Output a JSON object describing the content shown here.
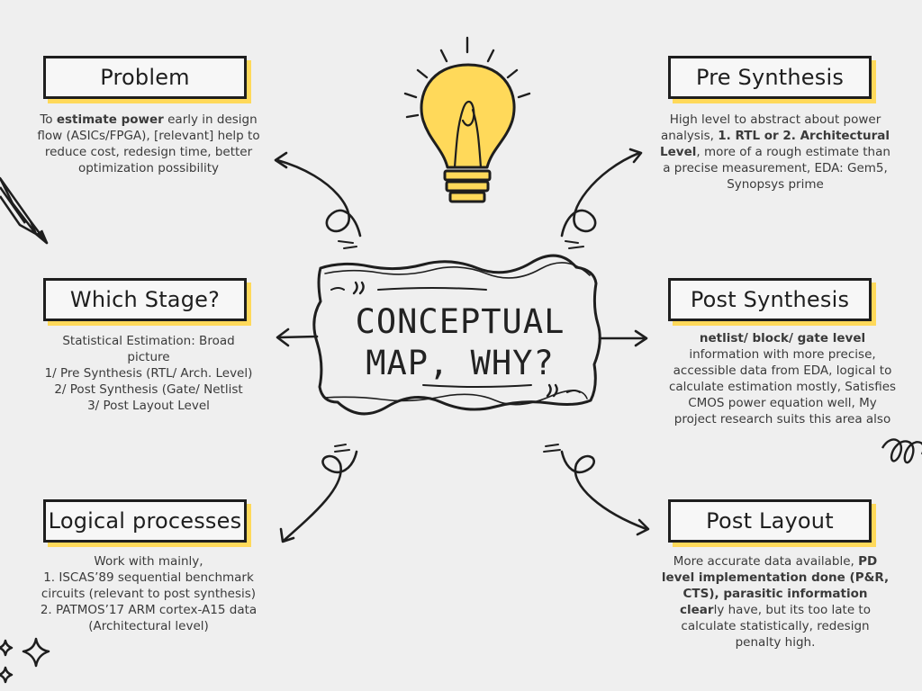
{
  "central": {
    "title": "CONCEPTUAL MAP, WHY?"
  },
  "nodes": {
    "problem": {
      "title": "Problem",
      "text_1": "To ",
      "text_bold_1": "estimate power",
      "text_2": " early in design flow (ASICs/FPGA), [relevant] help to reduce cost, redesign time, better optimization possibility"
    },
    "pre_synthesis": {
      "title": "Pre Synthesis",
      "text_1": "High level to abstract about power analysis, ",
      "text_bold_1": "1. RTL or 2. Architectural Level",
      "text_2": ", more of a rough estimate than a precise measurement, EDA: Gem5, Synopsys prime"
    },
    "which_stage": {
      "title": "Which Stage?",
      "lines": [
        "Statistical Estimation: Broad",
        "picture",
        "1/ Pre Synthesis (RTL/ Arch. Level)",
        "2/ Post Synthesis (Gate/ Netlist",
        "3/ Post Layout Level"
      ]
    },
    "post_synthesis": {
      "title": "Post Synthesis",
      "text_bold_1": "netlist/ block/ gate level",
      "text_2": " information with more precise, accessible data from EDA, logical to calculate estimation mostly, Satisfies CMOS power equation well, My project research suits this area also"
    },
    "logical_processes": {
      "title": "Logical processes",
      "lines": [
        "Work with mainly,",
        "1. ISCAS’89 sequential benchmark",
        "circuits (relevant to post synthesis)",
        "2. PATMOS’17 ARM cortex-A15 data",
        "(Architectural level)"
      ]
    },
    "post_layout": {
      "title": "Post Layout",
      "text_1": "More accurate data available, ",
      "text_bold_1": "PD level implementation done (P&R, CTS), parasitic information clear",
      "text_2": "ly have, but its too late to calculate statistically, redesign penalty high."
    }
  },
  "colors": {
    "background": "#efefef",
    "accent_yellow": "#ffd95a",
    "ink": "#1e1e1e",
    "text": "#3a3a3a"
  },
  "icons": [
    "lightbulb-icon",
    "pencil-icon",
    "sparkle-icon",
    "squiggle-loops-icon"
  ]
}
